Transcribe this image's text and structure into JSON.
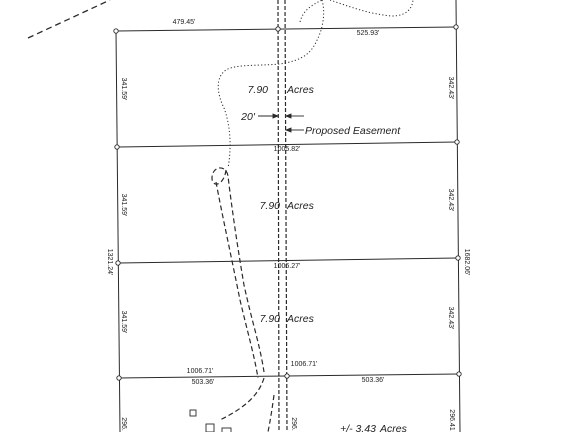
{
  "survey": {
    "parcels": [
      {
        "acreage": "7.90",
        "unit": "Acres"
      },
      {
        "acreage": "7.90",
        "unit": "Acres"
      },
      {
        "acreage": "7.90",
        "unit": "Acres"
      },
      {
        "acreage": "+/- 3.43",
        "unit": "Acres"
      }
    ],
    "easement": {
      "width_label": "20'",
      "label": "Proposed Easement"
    },
    "dimensions": {
      "top_left": "479.45'",
      "top_right": "525.93'",
      "left_upper": "341.59'",
      "right_upper": "342.43'",
      "line_1": "1005.82'",
      "left_mid": "341.59'",
      "right_mid": "342.43'",
      "west_total": "1321.24'",
      "east_total": "1682.06'",
      "line_2": "1006.27'",
      "left_lower": "341.59'",
      "right_lower": "342.43'",
      "line_3_left": "1006.71'",
      "line_3_right": "1006.71'",
      "bottom_left": "503.36'",
      "bottom_right": "503.36'",
      "left_bottom": "296.",
      "mid_bottom": "296.",
      "right_bottom": "296.41"
    },
    "colors": {
      "line": "#2a2a2a",
      "text": "#222222",
      "background": "#ffffff"
    }
  }
}
